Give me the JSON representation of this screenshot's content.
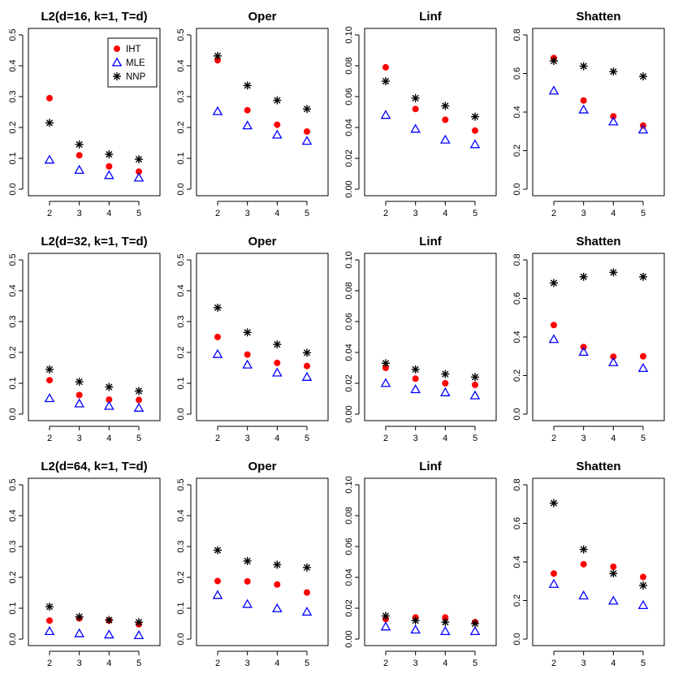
{
  "colors": {
    "IHT": "#ff0000",
    "MLE": "#0000ff",
    "NNP": "#000000"
  },
  "legend": {
    "position": "top-right of first panel",
    "entries": [
      {
        "name": "IHT",
        "symbol": "filled-circle"
      },
      {
        "name": "MLE",
        "symbol": "open-triangle"
      },
      {
        "name": "NNP",
        "symbol": "asterisk"
      }
    ]
  },
  "chart_data": [
    {
      "type": "scatter",
      "title": "L2(d=16, k=1, T=d)",
      "x": [
        2,
        3,
        4,
        5
      ],
      "ylim": [
        0,
        0.5
      ],
      "yticks": [
        "0.0",
        "0.1",
        "0.2",
        "0.3",
        "0.4",
        "0.5"
      ],
      "grid": false,
      "series": [
        {
          "name": "IHT",
          "values": [
            0.295,
            0.11,
            0.074,
            0.057
          ]
        },
        {
          "name": "MLE",
          "values": [
            0.095,
            0.062,
            0.045,
            0.037
          ]
        },
        {
          "name": "NNP",
          "values": [
            0.215,
            0.145,
            0.113,
            0.097
          ]
        }
      ]
    },
    {
      "type": "scatter",
      "title": "Oper",
      "x": [
        2,
        3,
        4,
        5
      ],
      "ylim": [
        0,
        0.5
      ],
      "yticks": [
        "0.0",
        "0.1",
        "0.2",
        "0.3",
        "0.4",
        "0.5"
      ],
      "grid": false,
      "series": [
        {
          "name": "IHT",
          "values": [
            0.418,
            0.256,
            0.209,
            0.187
          ]
        },
        {
          "name": "MLE",
          "values": [
            0.252,
            0.206,
            0.176,
            0.156
          ]
        },
        {
          "name": "NNP",
          "values": [
            0.432,
            0.336,
            0.288,
            0.26
          ]
        }
      ]
    },
    {
      "type": "scatter",
      "title": "Linf",
      "x": [
        2,
        3,
        4,
        5
      ],
      "ylim": [
        0,
        0.1
      ],
      "yticks": [
        "0.00",
        "0.02",
        "0.04",
        "0.06",
        "0.08",
        "0.10"
      ],
      "grid": false,
      "series": [
        {
          "name": "IHT",
          "values": [
            0.079,
            0.052,
            0.045,
            0.038
          ]
        },
        {
          "name": "MLE",
          "values": [
            0.048,
            0.039,
            0.032,
            0.029
          ]
        },
        {
          "name": "NNP",
          "values": [
            0.07,
            0.059,
            0.054,
            0.047
          ]
        }
      ]
    },
    {
      "type": "scatter",
      "title": "Shatten",
      "x": [
        2,
        3,
        4,
        5
      ],
      "ylim": [
        0,
        0.8
      ],
      "yticks": [
        "0.0",
        "0.2",
        "0.4",
        "0.6",
        "0.8"
      ],
      "grid": false,
      "series": [
        {
          "name": "IHT",
          "values": [
            0.68,
            0.46,
            0.378,
            0.33
          ]
        },
        {
          "name": "MLE",
          "values": [
            0.51,
            0.412,
            0.35,
            0.308
          ]
        },
        {
          "name": "NNP",
          "values": [
            0.665,
            0.638,
            0.61,
            0.585
          ]
        }
      ]
    },
    {
      "type": "scatter",
      "title": "L2(d=32, k=1, T=d)",
      "x": [
        2,
        3,
        4,
        5
      ],
      "ylim": [
        0,
        0.5
      ],
      "yticks": [
        "0.0",
        "0.1",
        "0.2",
        "0.3",
        "0.4",
        "0.5"
      ],
      "grid": false,
      "series": [
        {
          "name": "IHT",
          "values": [
            0.11,
            0.062,
            0.047,
            0.046
          ]
        },
        {
          "name": "MLE",
          "values": [
            0.051,
            0.034,
            0.026,
            0.02
          ]
        },
        {
          "name": "NNP",
          "values": [
            0.145,
            0.105,
            0.088,
            0.075
          ]
        }
      ]
    },
    {
      "type": "scatter",
      "title": "Oper",
      "x": [
        2,
        3,
        4,
        5
      ],
      "ylim": [
        0,
        0.5
      ],
      "yticks": [
        "0.0",
        "0.1",
        "0.2",
        "0.3",
        "0.4",
        "0.5"
      ],
      "grid": false,
      "series": [
        {
          "name": "IHT",
          "values": [
            0.25,
            0.193,
            0.166,
            0.156
          ]
        },
        {
          "name": "MLE",
          "values": [
            0.194,
            0.16,
            0.134,
            0.12
          ]
        },
        {
          "name": "NNP",
          "values": [
            0.345,
            0.265,
            0.226,
            0.199
          ]
        }
      ]
    },
    {
      "type": "scatter",
      "title": "Linf",
      "x": [
        2,
        3,
        4,
        5
      ],
      "ylim": [
        0,
        0.1
      ],
      "yticks": [
        "0.00",
        "0.02",
        "0.04",
        "0.06",
        "0.08",
        "0.10"
      ],
      "grid": false,
      "series": [
        {
          "name": "IHT",
          "values": [
            0.03,
            0.023,
            0.02,
            0.019
          ]
        },
        {
          "name": "MLE",
          "values": [
            0.02,
            0.016,
            0.014,
            0.012
          ]
        },
        {
          "name": "NNP",
          "values": [
            0.033,
            0.029,
            0.026,
            0.024
          ]
        }
      ]
    },
    {
      "type": "scatter",
      "title": "Shatten",
      "x": [
        2,
        3,
        4,
        5
      ],
      "ylim": [
        0,
        0.8
      ],
      "yticks": [
        "0.0",
        "0.2",
        "0.4",
        "0.6",
        "0.8"
      ],
      "grid": false,
      "series": [
        {
          "name": "IHT",
          "values": [
            0.462,
            0.348,
            0.298,
            0.3
          ]
        },
        {
          "name": "MLE",
          "values": [
            0.388,
            0.322,
            0.268,
            0.238
          ]
        },
        {
          "name": "NNP",
          "values": [
            0.68,
            0.712,
            0.735,
            0.712
          ]
        }
      ]
    },
    {
      "type": "scatter",
      "title": "L2(d=64, k=1, T=d)",
      "x": [
        2,
        3,
        4,
        5
      ],
      "ylim": [
        0,
        0.5
      ],
      "yticks": [
        "0.0",
        "0.1",
        "0.2",
        "0.3",
        "0.4",
        "0.5"
      ],
      "grid": false,
      "series": [
        {
          "name": "IHT",
          "values": [
            0.06,
            0.067,
            0.06,
            0.048
          ]
        },
        {
          "name": "MLE",
          "values": [
            0.025,
            0.018,
            0.014,
            0.012
          ]
        },
        {
          "name": "NNP",
          "values": [
            0.105,
            0.072,
            0.062,
            0.055
          ]
        }
      ]
    },
    {
      "type": "scatter",
      "title": "Oper",
      "x": [
        2,
        3,
        4,
        5
      ],
      "ylim": [
        0,
        0.5
      ],
      "yticks": [
        "0.0",
        "0.1",
        "0.2",
        "0.3",
        "0.4",
        "0.5"
      ],
      "grid": false,
      "series": [
        {
          "name": "IHT",
          "values": [
            0.188,
            0.187,
            0.177,
            0.151
          ]
        },
        {
          "name": "MLE",
          "values": [
            0.142,
            0.113,
            0.099,
            0.088
          ]
        },
        {
          "name": "NNP",
          "values": [
            0.288,
            0.253,
            0.241,
            0.232
          ]
        }
      ]
    },
    {
      "type": "scatter",
      "title": "Linf",
      "x": [
        2,
        3,
        4,
        5
      ],
      "ylim": [
        0,
        0.1
      ],
      "yticks": [
        "0.00",
        "0.02",
        "0.04",
        "0.06",
        "0.08",
        "0.10"
      ],
      "grid": false,
      "series": [
        {
          "name": "IHT",
          "values": [
            0.013,
            0.014,
            0.014,
            0.011
          ]
        },
        {
          "name": "MLE",
          "values": [
            0.008,
            0.006,
            0.005,
            0.005
          ]
        },
        {
          "name": "NNP",
          "values": [
            0.015,
            0.012,
            0.011,
            0.01
          ]
        }
      ]
    },
    {
      "type": "scatter",
      "title": "Shatten",
      "x": [
        2,
        3,
        4,
        5
      ],
      "ylim": [
        0,
        0.8
      ],
      "yticks": [
        "0.0",
        "0.2",
        "0.4",
        "0.6",
        "0.8"
      ],
      "grid": false,
      "series": [
        {
          "name": "IHT",
          "values": [
            0.34,
            0.388,
            0.375,
            0.322
          ]
        },
        {
          "name": "MLE",
          "values": [
            0.285,
            0.225,
            0.198,
            0.175
          ]
        },
        {
          "name": "NNP",
          "values": [
            0.705,
            0.465,
            0.34,
            0.278
          ]
        }
      ]
    }
  ]
}
